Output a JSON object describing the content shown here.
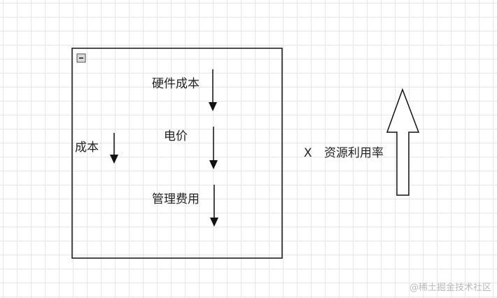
{
  "diagram": {
    "labels": {
      "hardware_cost": "硬件成本",
      "electricity": "电价",
      "management_fee": "管理费用",
      "cost": "成本",
      "times_symbol": "X",
      "resource_utilization": "资源利用率"
    },
    "icons": {
      "collapse": "collapse-icon",
      "down_arrow": "arrow-down-icon",
      "up_arrow": "hollow-up-arrow-icon"
    },
    "colors": {
      "stroke": "#111111",
      "grid": "#e6e6e6",
      "collapse_fill": "#d9d9d9"
    }
  },
  "watermark": {
    "text": "@稀土掘金技术社区"
  }
}
